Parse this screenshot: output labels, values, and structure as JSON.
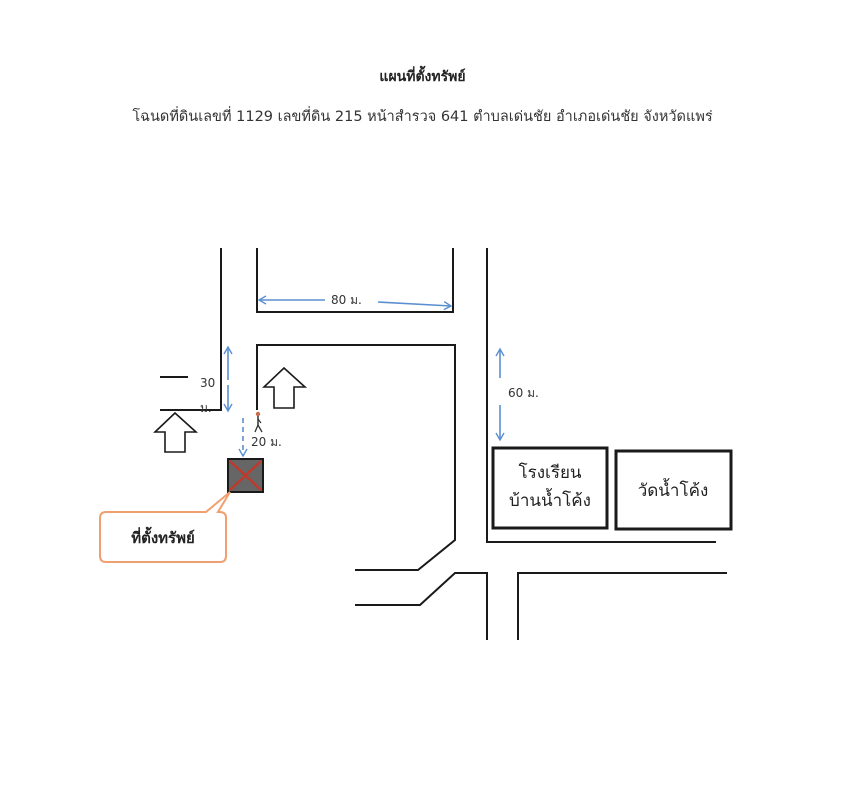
{
  "map": {
    "title": "แผนที่ตั้งทรัพย์",
    "subtitle": "โฉนดที่ดินเลขที่ 1129 เลขที่ดิน 215 หน้าสำรวจ 641 ตำบลเด่นชัย อำเภอเด่นชัย จังหวัดแพร่",
    "distances": {
      "top_road": "80 ม.",
      "left_road_num": "30",
      "left_road_unit": "ม.",
      "right_road": "60 ม.",
      "to_property": "20 ม."
    },
    "landmarks": {
      "school_line1": "โรงเรียน",
      "school_line2": "บ้านน้ำโค้ง",
      "temple": "วัดน้ำโค้ง"
    },
    "callout": "ที่ตั้งทรัพย์",
    "colors": {
      "road_line": "#1a1a1a",
      "measure_arrow": "#5b8fd0",
      "callout_border": "#f0a070",
      "property_fill": "#666666",
      "property_cross": "#c0392b"
    },
    "icons": {
      "direction": "arrow-up-icon",
      "pedestrian": "walking-person-icon",
      "property": "crossed-box-icon"
    }
  }
}
